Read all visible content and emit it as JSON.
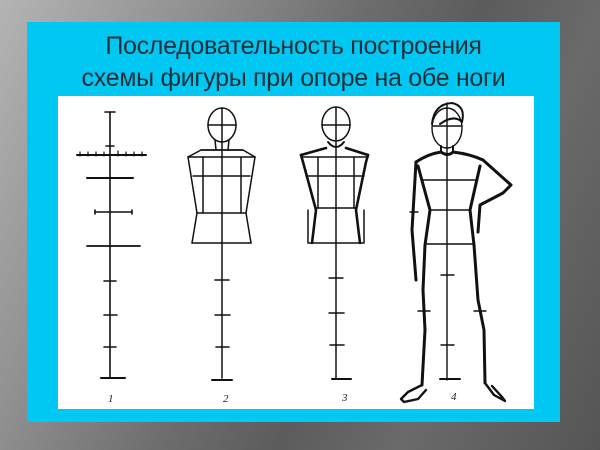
{
  "slide": {
    "title_line1": "Последовательность построения",
    "title_line2": "схемы фигуры при опоре на обе ноги"
  },
  "figures": [
    {
      "label": "1",
      "description": "proportion axis with division marks"
    },
    {
      "label": "2",
      "description": "head and torso block scheme"
    },
    {
      "label": "3",
      "description": "refined torso contour"
    },
    {
      "label": "4",
      "description": "full figure standing on both legs"
    }
  ],
  "colors": {
    "frame": "#00c8f3",
    "panel": "#ffffff",
    "ink": "#111111",
    "title": "#1f2f3a"
  }
}
